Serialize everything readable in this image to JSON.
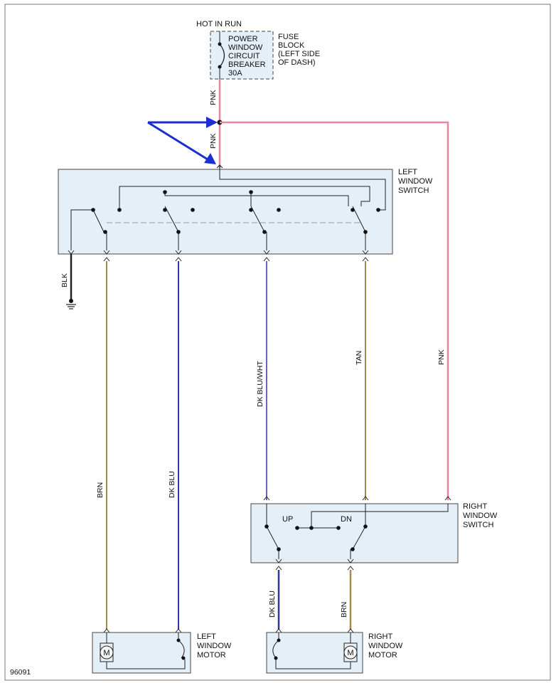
{
  "hot_label": "HOT IN RUN",
  "breaker": {
    "lines": [
      "POWER",
      "WINDOW",
      "CIRCUIT",
      "BREAKER",
      "30A"
    ]
  },
  "fuse_block": {
    "lines": [
      "FUSE",
      "BLOCK",
      "(LEFT SIDE",
      "OF DASH)"
    ]
  },
  "left_switch": {
    "lines": [
      "LEFT",
      "WINDOW",
      "SWITCH"
    ]
  },
  "right_switch": {
    "lines": [
      "RIGHT",
      "WINDOW",
      "SWITCH"
    ],
    "up_label": "UP",
    "dn_label": "DN"
  },
  "left_motor": {
    "lines": [
      "LEFT",
      "WINDOW",
      "MOTOR"
    ],
    "symbol": "M"
  },
  "right_motor": {
    "lines": [
      "RIGHT",
      "WINDOW",
      "MOTOR"
    ],
    "symbol": "M"
  },
  "wires": {
    "pnk_top": "PNK",
    "pnk_mid": "PNK",
    "blk": "BLK",
    "brn_left": "BRN",
    "dk_blu_left": "DK BLU",
    "dk_blu_wht": "DK BLU/WHT",
    "tan": "TAN",
    "pnk_right": "PNK",
    "dk_blu_bottom": "DK BLU",
    "brn_bottom": "BRN"
  },
  "figure_code": "96091",
  "colors": {
    "pink_wire": "#e8869b",
    "tan_wire": "#a58a4e",
    "dark_blue_wire": "#2b3a9c",
    "blue_arrow": "#1a2ed1",
    "component_fill": "#e5eff7"
  }
}
